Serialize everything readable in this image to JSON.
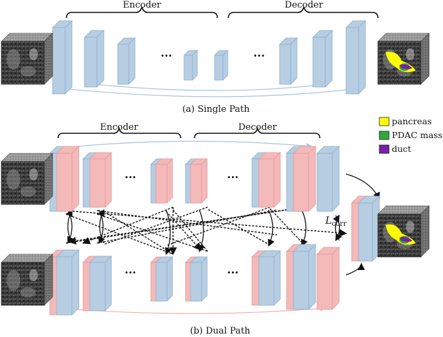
{
  "panel_a": {
    "encoder_label": "Encoder",
    "decoder_label": "Decoder",
    "caption": "(a)  Single Path",
    "ellipsis": "···"
  },
  "panel_b": {
    "encoder_label": "Encoder",
    "decoder_label": "Decoder",
    "caption": "(b)  Dual Path",
    "loss_main": "L",
    "loss_sub": "corr",
    "ellipsis": "···"
  },
  "legend": {
    "items": [
      {
        "label": "pancreas",
        "color": "#ffff00"
      },
      {
        "label": "PDAC mass",
        "color": "#2eaa3a"
      },
      {
        "label": "duct",
        "color": "#7a1fa8"
      }
    ]
  },
  "colors": {
    "blue_face": "#b7cde2",
    "blue_edge": "#8eb2cf",
    "pink_face": "#f4b9b9",
    "pink_edge": "#e39a9a",
    "skip_arrow": "#a9c3dc",
    "skip_arrow_pink": "#f0b0b0"
  }
}
